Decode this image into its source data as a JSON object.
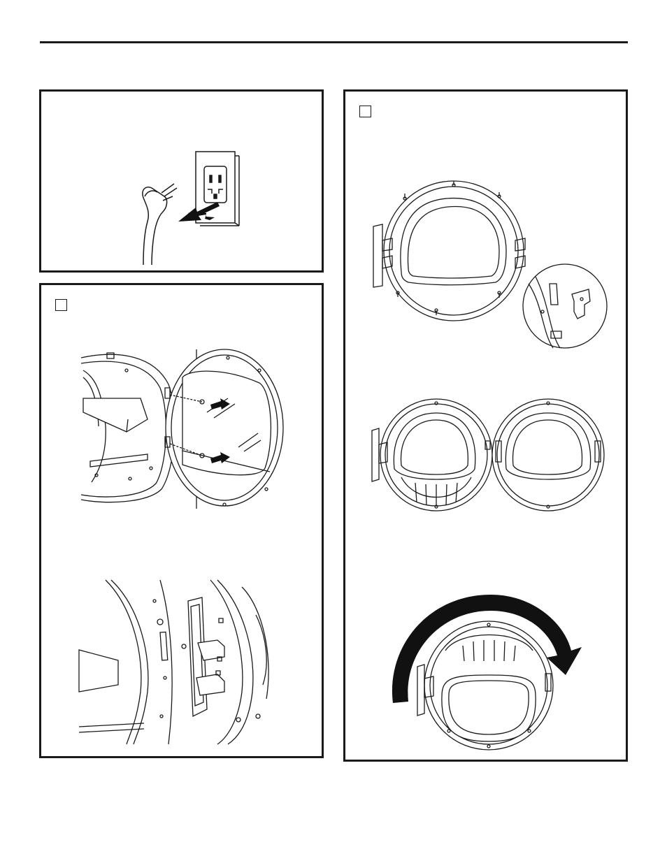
{
  "page": {
    "top_rule": "horizontal-rule",
    "panels": [
      {
        "id": "unplug-panel",
        "figure": "unplug-power-cord-illustration",
        "icons": [
          "power-plug-icon",
          "wall-outlet-icon",
          "pull-arrow-icon"
        ]
      },
      {
        "id": "remove-door-panel",
        "has_checkbox": true,
        "figures": [
          "door-screws-removal-illustration",
          "hinge-detail-illustration"
        ],
        "icons": [
          "arrow-right-icon"
        ]
      },
      {
        "id": "reverse-door-panel",
        "has_checkbox": true,
        "figures": [
          "door-hinge-screws-illustration",
          "hinge-closeup-illustration",
          "door-hinge-swap-illustration",
          "door-rotation-illustration"
        ],
        "icons": [
          "rotate-arrow-icon"
        ]
      }
    ]
  },
  "colors": {
    "line": "#1a1a1a",
    "background": "#ffffff",
    "arrow": "#111111",
    "light_line": "#777777"
  }
}
